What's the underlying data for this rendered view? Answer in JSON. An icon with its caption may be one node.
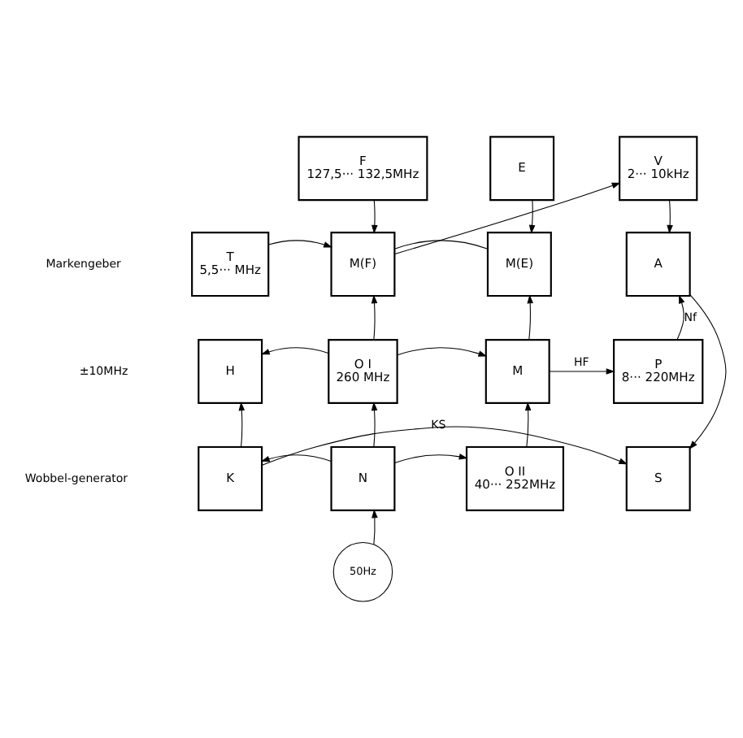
{
  "diagram": {
    "nodes": [
      {
        "text": [
          "F",
          "127,5··· 132,5MHz"
        ]
      },
      {
        "text": [
          "E"
        ]
      },
      {
        "text": [
          "V",
          "2··· 10kHz"
        ]
      },
      {
        "text": [
          "T",
          "5,5··· MHz"
        ]
      },
      {
        "text": [
          "M(F)"
        ]
      },
      {
        "text": [
          "M(E)"
        ]
      },
      {
        "text": [
          "A"
        ]
      },
      {
        "text": [
          "H"
        ]
      },
      {
        "text": [
          "O I",
          "260 MHz"
        ]
      },
      {
        "text": [
          "M"
        ]
      },
      {
        "text": [
          "P",
          "8··· 220MHz"
        ]
      },
      {
        "text": [
          "K"
        ]
      },
      {
        "text": [
          "N"
        ]
      },
      {
        "text": [
          "O II",
          "40··· 252MHz"
        ]
      },
      {
        "text": [
          "S"
        ]
      },
      {
        "text": [
          "50Hz"
        ]
      }
    ],
    "edges": [
      {
        "from": 0,
        "to": 4,
        "arrow": "to"
      },
      {
        "from": 1,
        "to": 5,
        "arrow": "to"
      },
      {
        "from": 2,
        "to": 6,
        "arrow": "to"
      },
      {
        "from": 3,
        "to": 4,
        "arrow": "to"
      },
      {
        "from": 4,
        "to": 5,
        "arrow": "none"
      },
      {
        "from": 4,
        "to": 2,
        "arrow": "to"
      },
      {
        "from": 8,
        "to": 4,
        "arrow": "to"
      },
      {
        "from": 9,
        "to": 5,
        "arrow": "to"
      },
      {
        "from": 10,
        "to": 6,
        "arrow": "to",
        "label": "Nf"
      },
      {
        "from": 6,
        "to": 14,
        "arrow": "to"
      },
      {
        "from": 8,
        "to": 7,
        "arrow": "to"
      },
      {
        "from": 8,
        "to": 9,
        "arrow": "to"
      },
      {
        "from": 9,
        "to": 10,
        "arrow": "to",
        "label": "HF"
      },
      {
        "from": 12,
        "to": 8,
        "arrow": "to"
      },
      {
        "from": 13,
        "to": 9,
        "arrow": "to"
      },
      {
        "from": 11,
        "to": 7,
        "arrow": "to"
      },
      {
        "from": 12,
        "to": 11,
        "arrow": "to"
      },
      {
        "from": 12,
        "to": 13,
        "arrow": "to"
      },
      {
        "from": 11,
        "to": 14,
        "arrow": "to",
        "label": "KS"
      },
      {
        "from": 15,
        "to": 12,
        "arrow": "to"
      }
    ],
    "labels": [
      "Markengeber",
      "±10MHz",
      "Wobbel-generator"
    ]
  }
}
